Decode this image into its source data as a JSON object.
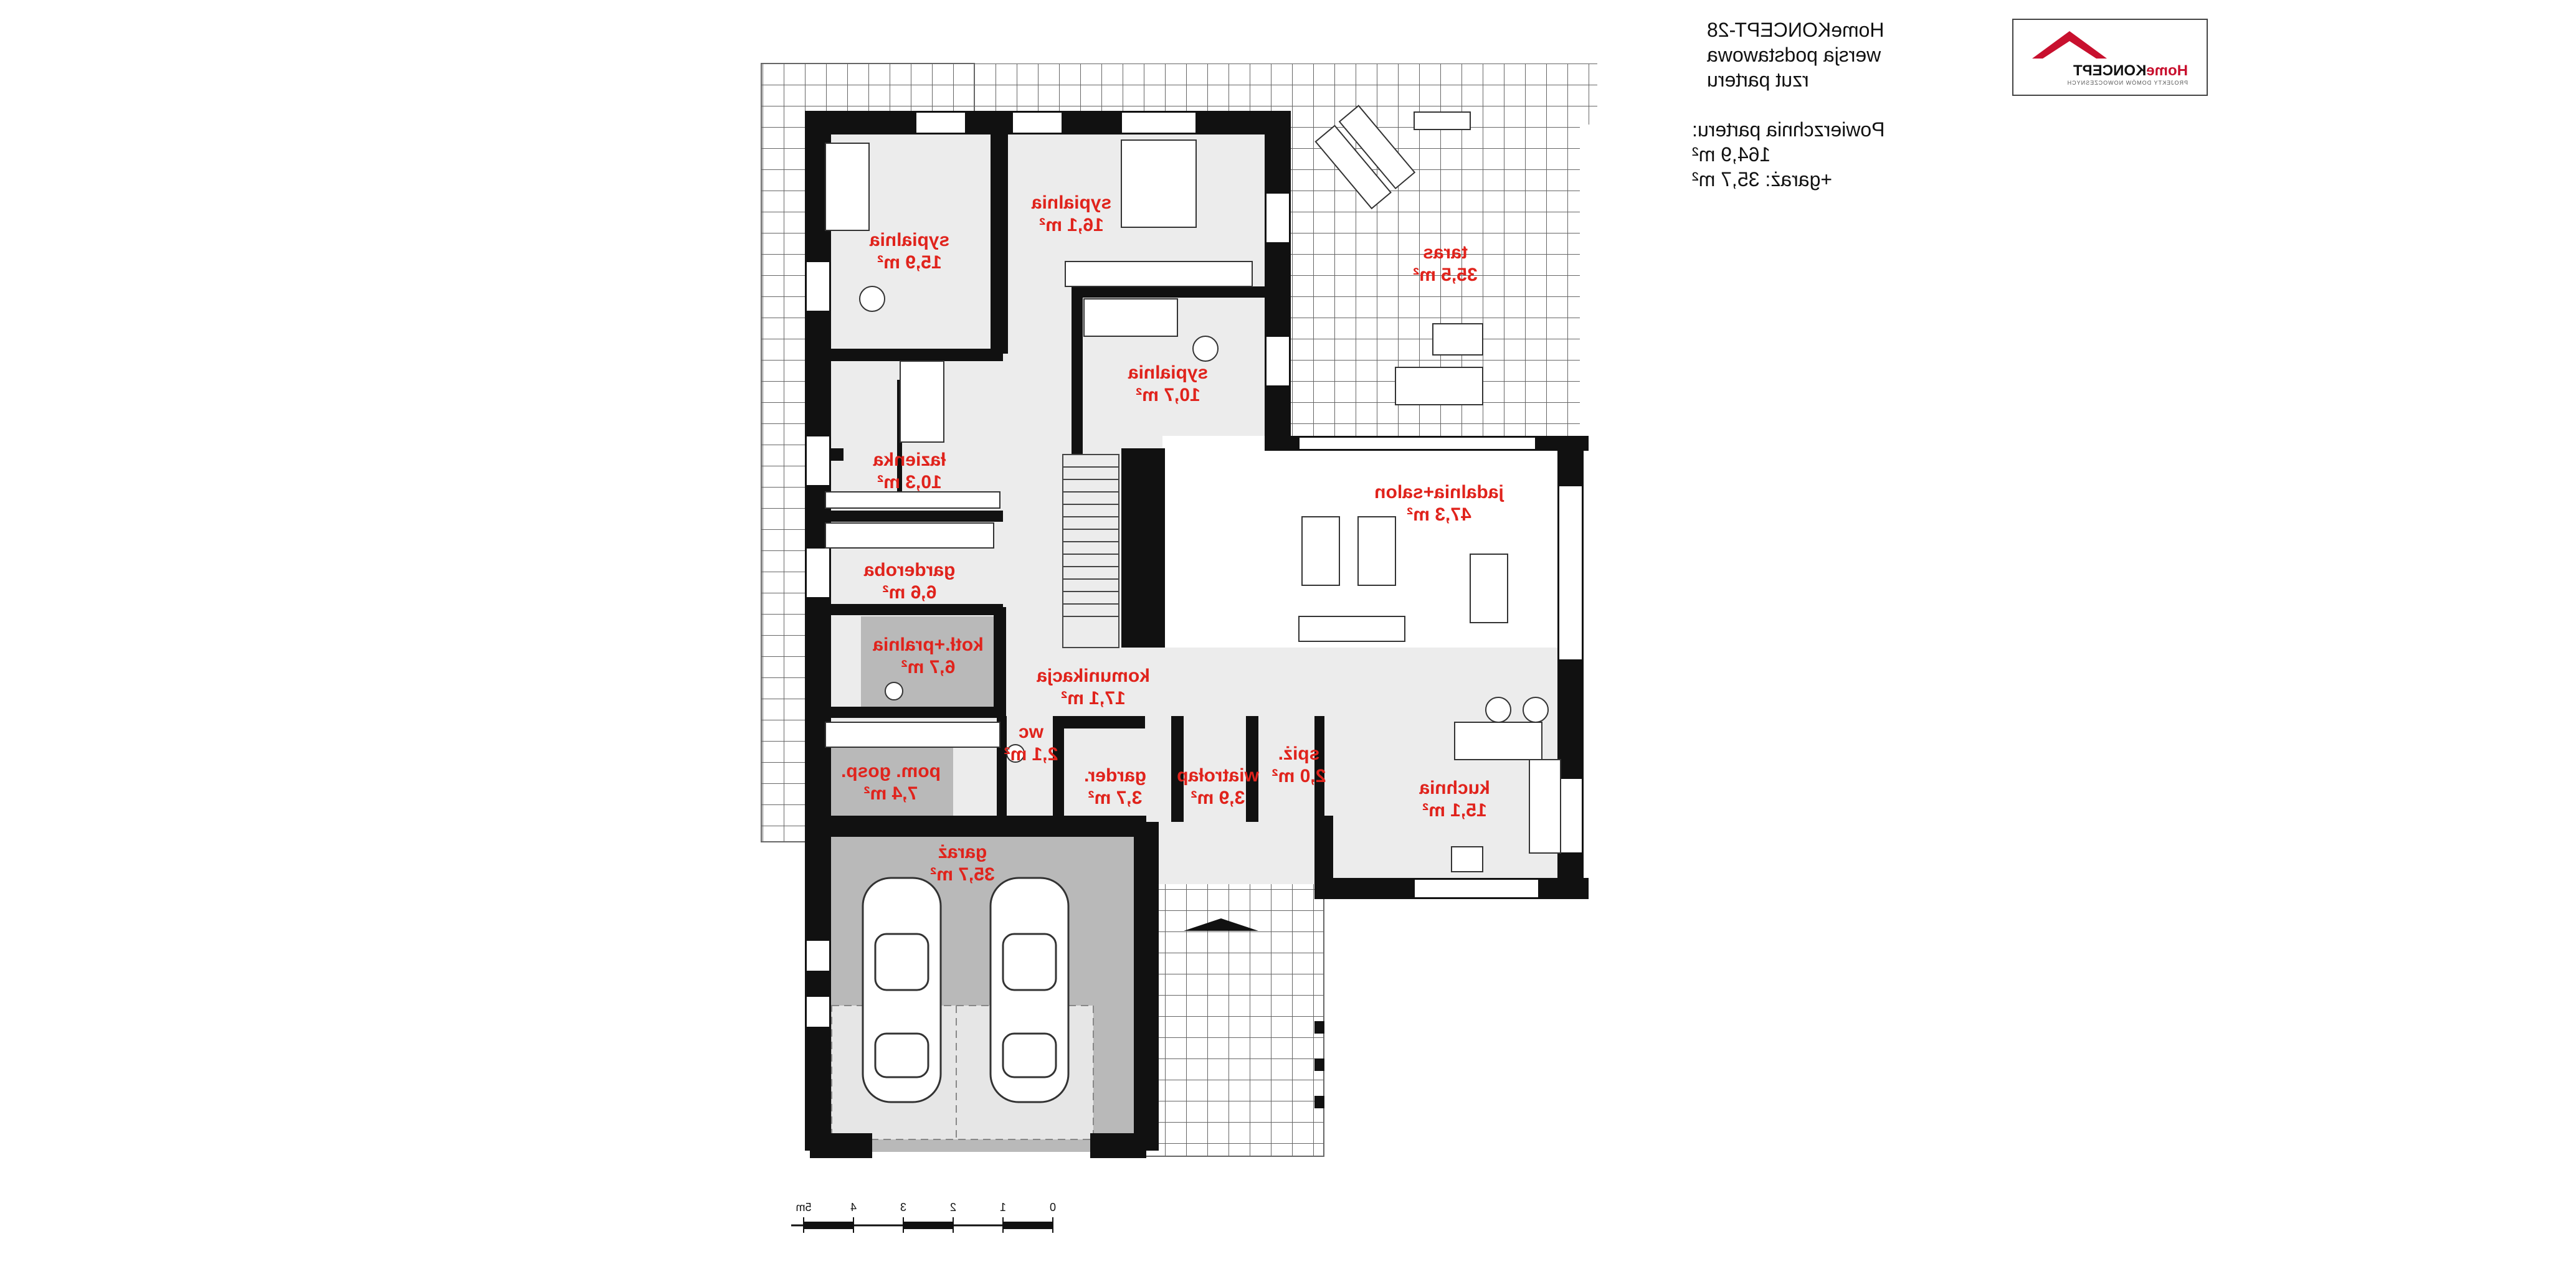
{
  "project": {
    "name": "HomeKONCEPT-28",
    "version": "wersja podstawowa",
    "view": "rzut parteru"
  },
  "areas": {
    "ground_label": "Powierzchnia parteru:",
    "ground_value": "164,9 m²",
    "garage_value": "+garaż: 35,7 m²"
  },
  "logo": {
    "brand_home": "Home",
    "brand_koncept": "KONCEPT",
    "tagline": "PROJEKTY DOMÓW NOWOCZESNYCH"
  },
  "rooms": [
    {
      "id": "sypialnia-1",
      "name": "sypialnia",
      "area": "15,9 m²"
    },
    {
      "id": "sypialnia-2",
      "name": "sypialnia",
      "area": "16,1 m²"
    },
    {
      "id": "taras",
      "name": "taras",
      "area": "35,5 m²"
    },
    {
      "id": "sypialnia-3",
      "name": "sypialnia",
      "area": "10,7 m²"
    },
    {
      "id": "lazienka",
      "name": "łazienka",
      "area": "10,3 m²"
    },
    {
      "id": "jadalnia-salon",
      "name": "jadalnia+salon",
      "area": "47,3 m²"
    },
    {
      "id": "garderoba",
      "name": "garderoba",
      "area": "6,6 m²"
    },
    {
      "id": "kotl-pralnia",
      "name": "kotł.+pralnia",
      "area": "6,7 m²"
    },
    {
      "id": "komunikacja",
      "name": "komunikacja",
      "area": "17,1 m²"
    },
    {
      "id": "wc",
      "name": "wc",
      "area": "2,1 m²"
    },
    {
      "id": "pom-gosp",
      "name": "pom. gosp.",
      "area": "7,4 m²"
    },
    {
      "id": "garder",
      "name": "garder.",
      "area": "3,7 m²"
    },
    {
      "id": "wiatrolap",
      "name": "wiatrołap",
      "area": "3,9 m²"
    },
    {
      "id": "spiz",
      "name": "spiż.",
      "area": "2,0 m²"
    },
    {
      "id": "kuchnia",
      "name": "kuchnia",
      "area": "15,1 m²"
    },
    {
      "id": "garaz",
      "name": "garaż",
      "area": "35,7 m²"
    }
  ],
  "scale": {
    "ticks": [
      "0",
      "1",
      "2",
      "3",
      "4",
      "5m"
    ]
  },
  "colors": {
    "wall": "#111111",
    "room_fill": "#ececec",
    "utility_fill": "#b9b9b9",
    "tile_line": "#666666",
    "label": "#e0231c",
    "brand_red": "#c8102e"
  }
}
